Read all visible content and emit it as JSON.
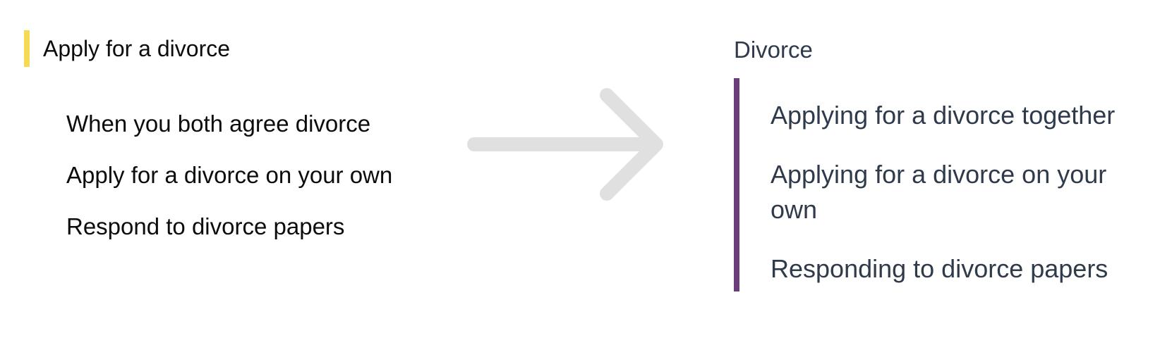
{
  "left": {
    "title": "Apply for a divorce",
    "items": [
      "When you both agree divorce",
      "Apply for a divorce on your own",
      "Respond to divorce papers"
    ]
  },
  "arrow": {
    "icon": "right-arrow-icon"
  },
  "right": {
    "title": "Divorce",
    "items": [
      "Applying for a divorce together",
      "Applying for a divorce on your own",
      "Responding to divorce papers"
    ]
  },
  "colors": {
    "left_accent": "#f5da55",
    "right_accent": "#6b3d7b",
    "arrow": "#e0e0e0",
    "right_text": "#2f3a4a",
    "left_text": "#0b0c0c"
  }
}
